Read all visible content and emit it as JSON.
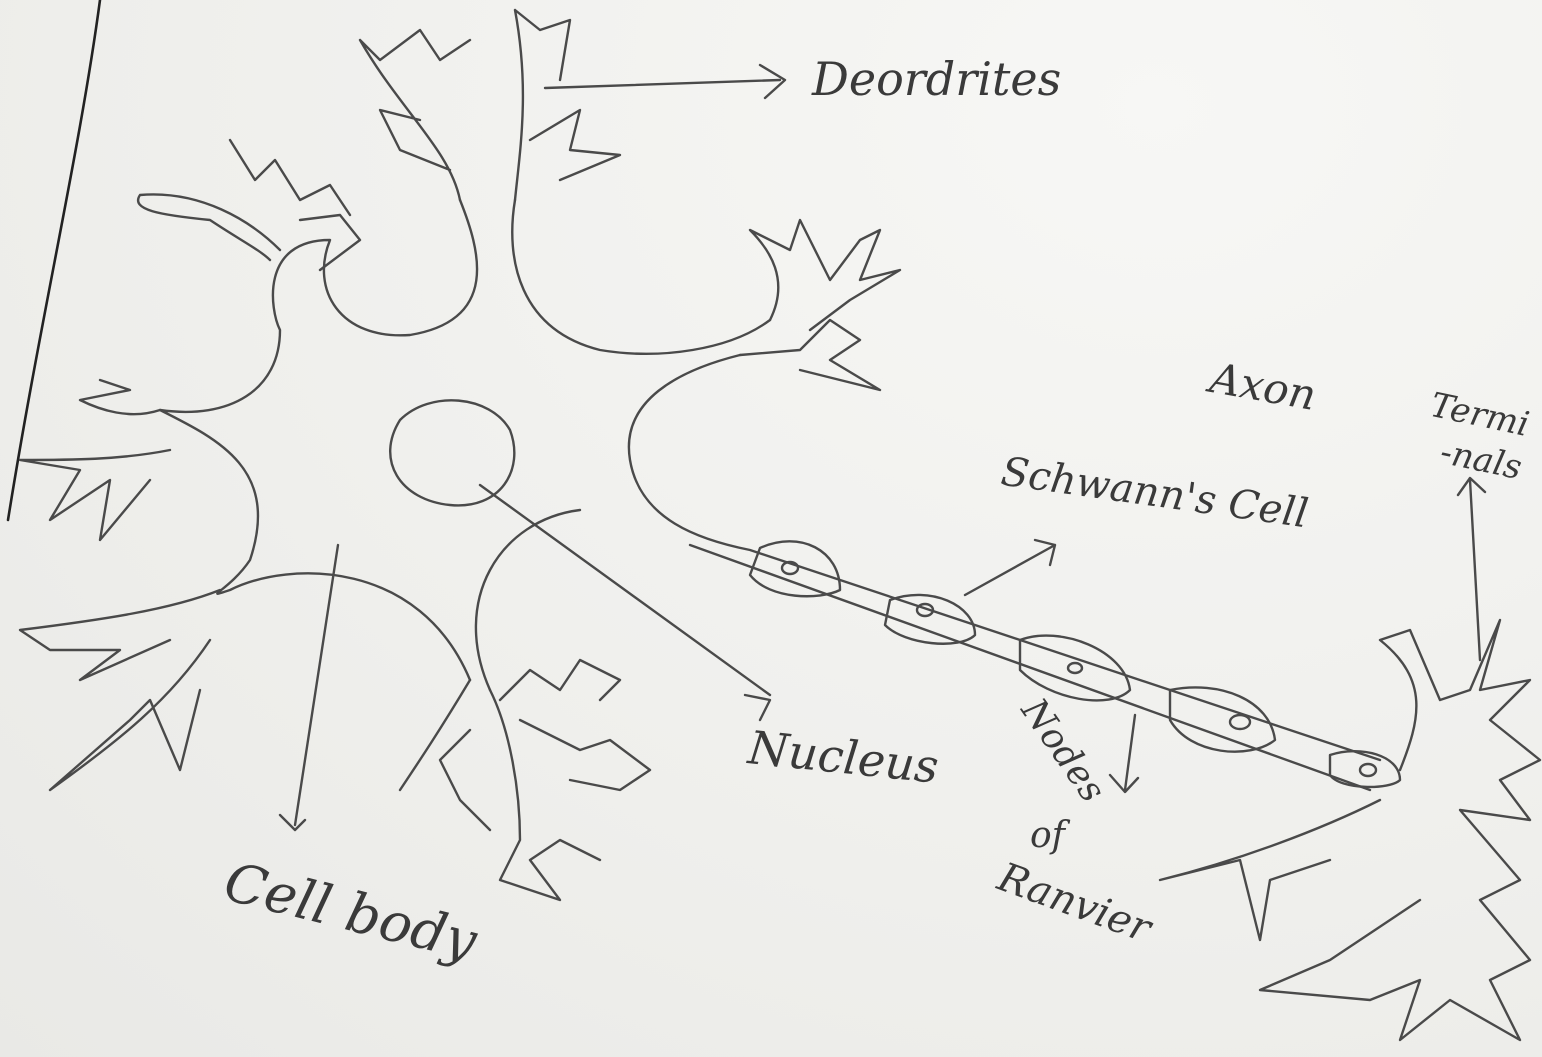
{
  "labels": {
    "dendrites": "Deordrites",
    "axon": "Axon",
    "axon_terminals_line1": "Termi",
    "axon_terminals_line2": "-nals",
    "schwann_cell": "Schwann's Cell",
    "nucleus": "Nucleus",
    "cell_body": "Cell body",
    "nodes_line1": "Nodes",
    "nodes_line2": "of",
    "nodes_line3": "Ranvier"
  }
}
